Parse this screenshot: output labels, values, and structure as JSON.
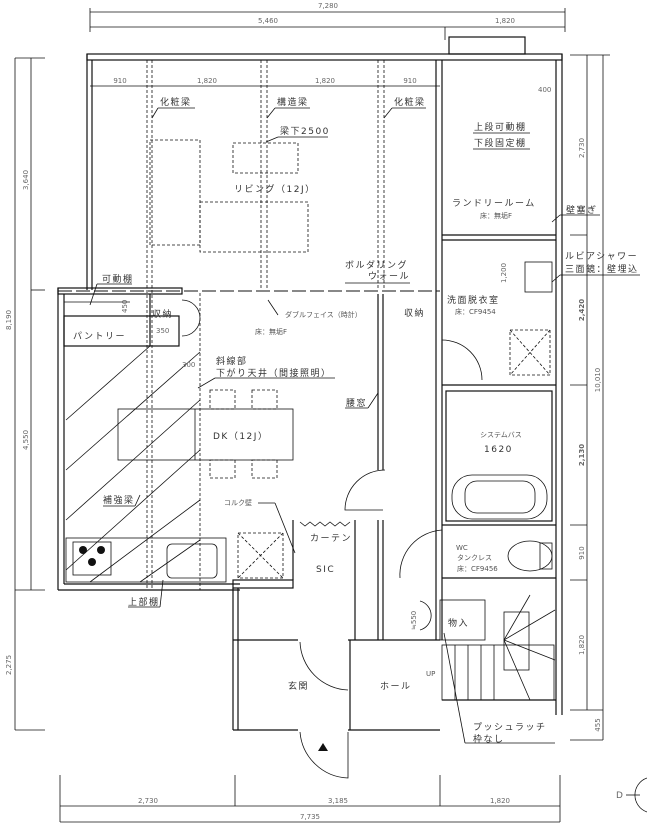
{
  "dimensions": {
    "top_total": "7,280",
    "top_main": "5,460",
    "top_laundry": "1,820",
    "inner": [
      "910",
      "1,820",
      "1,820",
      "910"
    ],
    "left": [
      "3,640",
      "8,190",
      "4,550",
      "2,275"
    ],
    "right": [
      "2,730",
      "2,420",
      "2,130",
      "910",
      "1,820",
      "455"
    ],
    "right_total": "10,010",
    "bottom": [
      "2,730",
      "3,185",
      "1,820"
    ],
    "bottom_total": "7,735",
    "laundry_shelf": "400",
    "pantry_450": "450",
    "pantry_350": "350",
    "dk_300": "300",
    "washroom_1200": "1,200",
    "storage_550": "≒550"
  },
  "rooms": {
    "living": "リビング（12J）",
    "laundry": "ランドリールーム",
    "laundry_floor": "床：無垢F",
    "washroom": "洗面脱衣室",
    "washroom_floor": "床：CF9454",
    "bath": "システムバス",
    "bath_size": "1620",
    "wc": "WC",
    "wc_type": "タンクレス",
    "wc_floor": "床：CF9456",
    "dk": "DK（12J）",
    "dk_floor": "床：無垢F",
    "pantry": "パントリー",
    "storage_pantry": "収納",
    "storage_right": "収納",
    "sic": "SIC",
    "entrance": "玄関",
    "hall": "ホール",
    "closet": "物入"
  },
  "annotations": {
    "beam_left": "化粧梁",
    "beam_struct": "構造梁",
    "beam_right": "化粧梁",
    "beam_under": "梁下2500",
    "shelf_upper": "上段可動棚",
    "shelf_lower": "下段固定棚",
    "wall_close": "壁塞ぎ",
    "shower_1": "ルビアシャワー",
    "shower_2": "三面鏡：壁埋込",
    "bouldering_1": "ボルダリング",
    "bouldering_2": "ウォール",
    "movable_shelf": "可動棚",
    "double_face": "ダブルフェイス（時計）",
    "hatch_1": "斜線部",
    "hatch_2": "下がり天井（間接照明）",
    "waist_window": "腰窓",
    "reinforce_beam": "補強梁",
    "cork_wall": "コルク壁",
    "curtain": "カーテン",
    "upper_shelf": "上部棚",
    "up": "UP",
    "push_latch_1": "プッシュラッチ",
    "push_latch_2": "枠なし",
    "section_marker": "D"
  }
}
